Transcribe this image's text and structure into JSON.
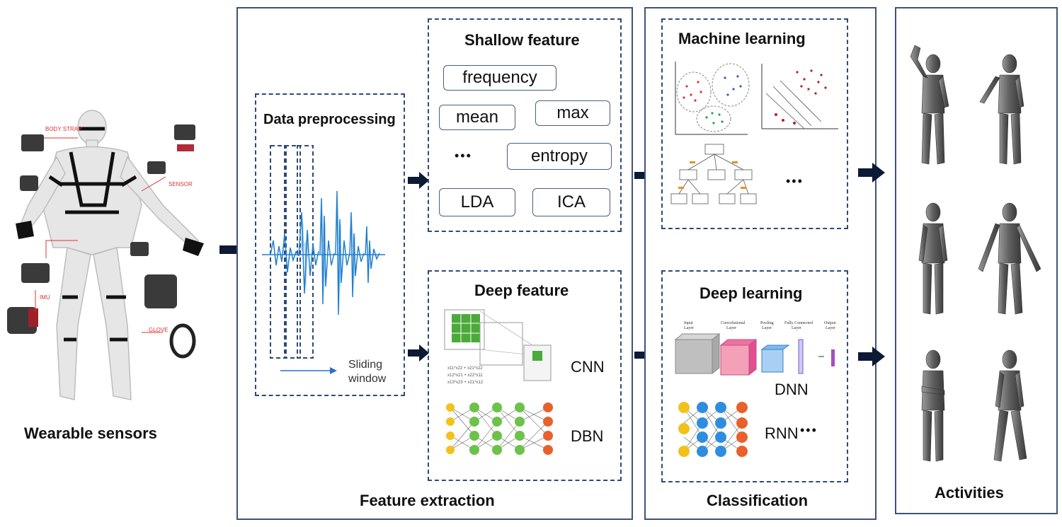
{
  "sensors": {
    "caption": "Wearable sensors",
    "tags": [
      "BODY STRAP",
      "SENSOR",
      "IMU",
      "GLOVE"
    ]
  },
  "feature_extraction": {
    "caption": "Feature extraction",
    "preprocessing": {
      "title": "Data preprocessing",
      "sliding_window": "Sliding window"
    },
    "shallow": {
      "title": "Shallow feature",
      "items": [
        "frequency",
        "mean",
        "max",
        "•••",
        "entropy",
        "LDA",
        "ICA"
      ]
    },
    "deep": {
      "title": "Deep feature",
      "cnn": "CNN",
      "dbn": "DBN"
    }
  },
  "classification": {
    "caption": "Classification",
    "ml": {
      "title": "Machine learning",
      "more": "•••"
    },
    "dl": {
      "title": "Deep learning",
      "dnn": "DNN",
      "rnn": "RNN",
      "more": "•••"
    }
  },
  "activities": {
    "caption": "Activities"
  },
  "colors": {
    "border": "#3f5378",
    "dash": "#2e4a78",
    "signal": "#1f7fd0",
    "arrow": "#0c1a33"
  }
}
